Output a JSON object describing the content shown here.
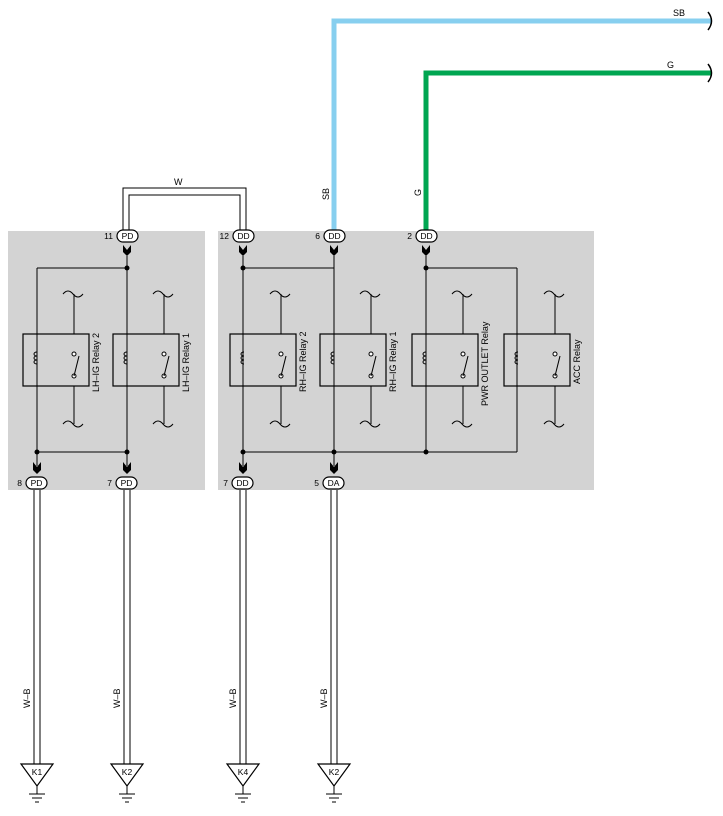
{
  "colors": {
    "sb": "#87cfef",
    "g": "#00a651",
    "box": "#d3d3d3",
    "line": "#000000"
  },
  "top_wires": {
    "sb_label": "SB",
    "g_label": "G"
  },
  "jumper": {
    "label": "W"
  },
  "vertical_wires": {
    "sb_label": "SB",
    "g_label": "G"
  },
  "top_pins": [
    {
      "num": "11",
      "conn": "PD"
    },
    {
      "num": "12",
      "conn": "DD"
    },
    {
      "num": "6",
      "conn": "DD"
    },
    {
      "num": "2",
      "conn": "DD"
    }
  ],
  "relays": [
    {
      "label": "LH–IG Relay 2"
    },
    {
      "label": "LH–IG Relay 1"
    },
    {
      "label": "RH–IG Relay 2"
    },
    {
      "label": "RH–IG Relay 1"
    },
    {
      "label": "PWR OUTLET Relay"
    },
    {
      "label": "ACC Relay"
    }
  ],
  "bottom_pins": [
    {
      "num": "8",
      "conn": "PD"
    },
    {
      "num": "7",
      "conn": "PD"
    },
    {
      "num": "7",
      "conn": "DD"
    },
    {
      "num": "5",
      "conn": "DA"
    }
  ],
  "ground_wires": [
    {
      "label": "W–B"
    },
    {
      "label": "W–B"
    },
    {
      "label": "W–B"
    },
    {
      "label": "W–B"
    }
  ],
  "grounds": [
    {
      "label": "K1"
    },
    {
      "label": "K2"
    },
    {
      "label": "K4"
    },
    {
      "label": "K2"
    }
  ]
}
